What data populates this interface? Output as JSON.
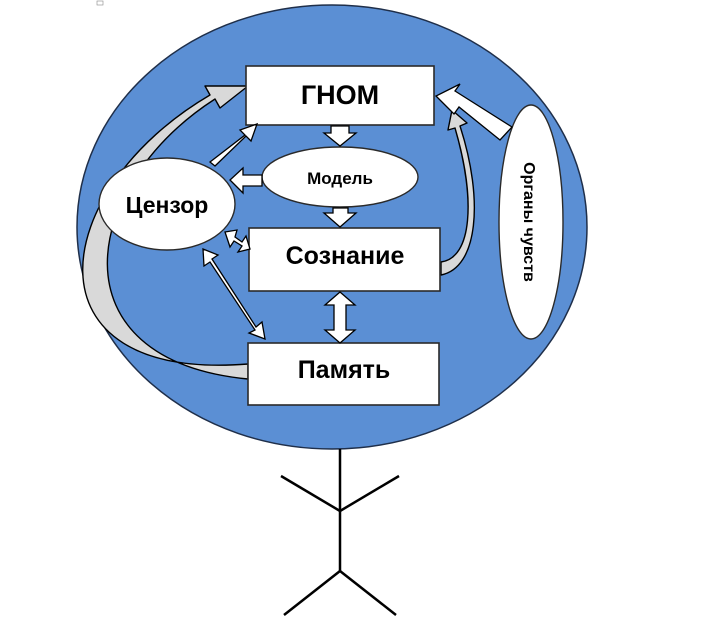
{
  "nodes": {
    "gnom": "ГНОМ",
    "model": "Модель",
    "censor": "Цензор",
    "consciousness": "Сознание",
    "memory": "Память",
    "senses": "Органы чувств"
  },
  "colors": {
    "head_fill": "#5b8fd4",
    "head_stroke": "#1f2f4a",
    "node_fill": "#ffffff",
    "curved_arrow_fill": "#d9d9d9"
  }
}
